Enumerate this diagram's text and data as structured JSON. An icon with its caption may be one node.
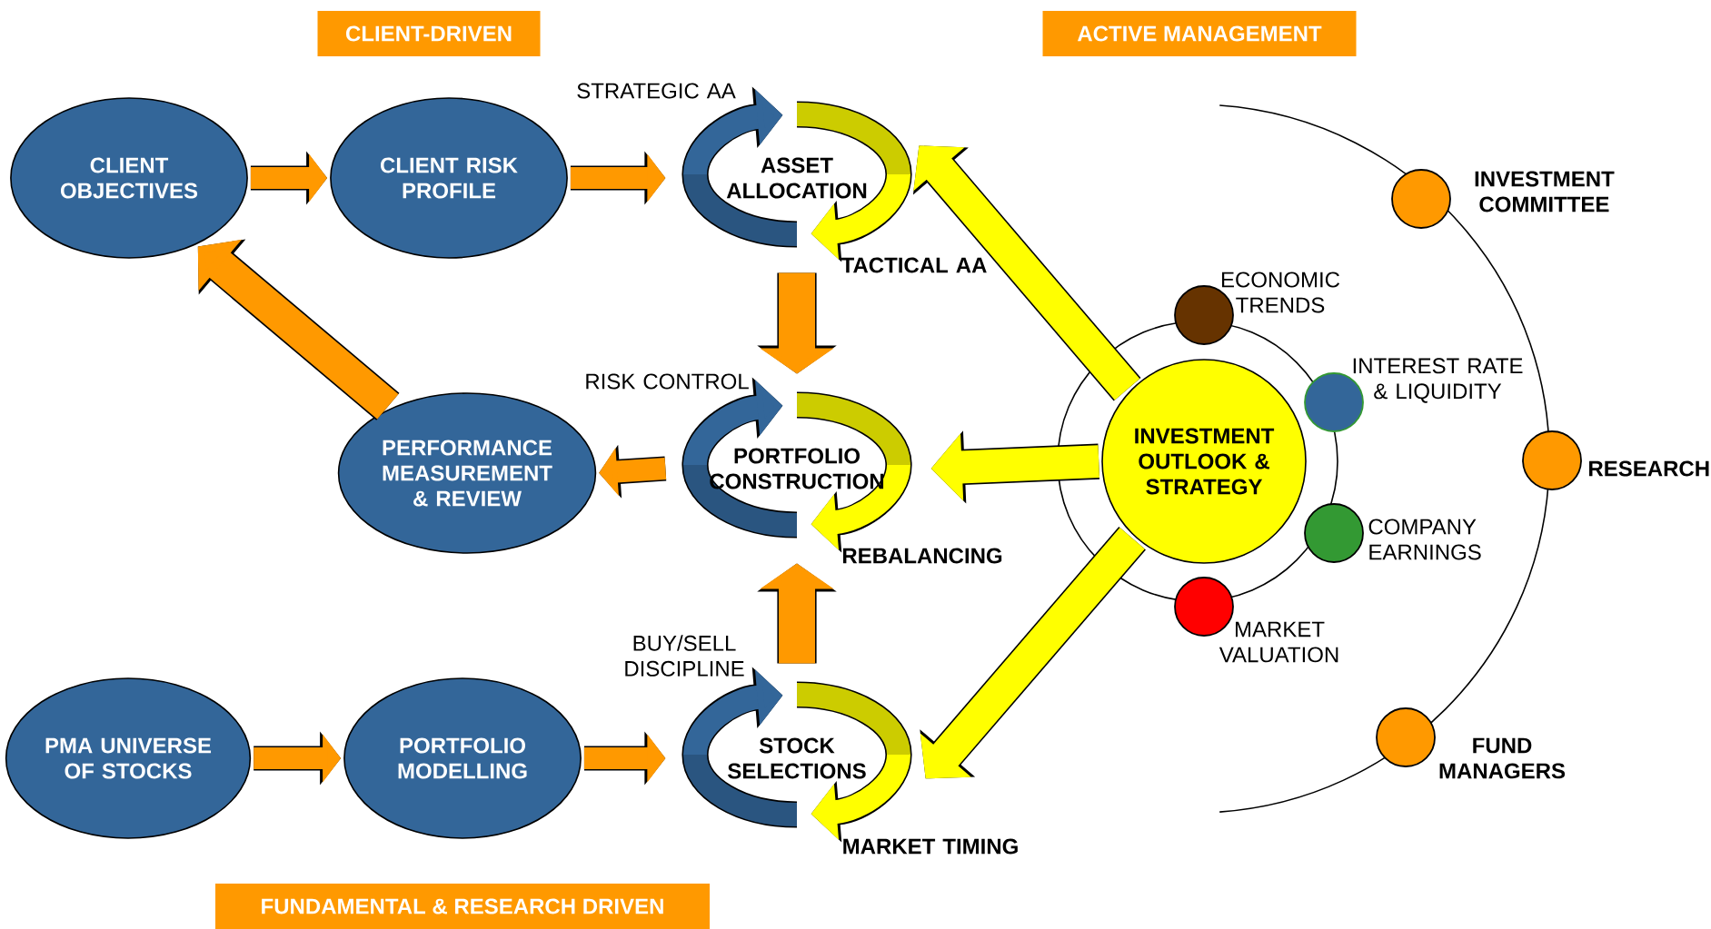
{
  "diagram": {
    "nodes": [
      {
        "text": [
          "CLIENT-DRIVEN"
        ]
      },
      {
        "text": [
          "ACTIVE MANAGEMENT"
        ]
      },
      {
        "text": [
          "CLIENT OBJECTIVES"
        ]
      },
      {
        "text": [
          "CLIENT RISK PROFILE"
        ]
      },
      {
        "text": [
          "ASSET ALLOCATION"
        ],
        "beside": [
          "STRATEGIC AA",
          "TACTICAL AA"
        ]
      },
      {
        "text": [
          "INVESTMENT COMMITTEE"
        ]
      },
      {
        "text": [
          "ECONOMIC TRENDS"
        ]
      },
      {
        "text": [
          "INTEREST RATE & LIQUIDITY"
        ]
      },
      {
        "text": [
          "PERFORMANCE MEASUREMENT & REVIEW"
        ]
      },
      {
        "text": [
          "PORTFOLIO CONSTRUCTION"
        ],
        "beside": [
          "RISK CONTROL",
          "REBALANCING"
        ]
      },
      {
        "text": [
          "INVESTMENT OUTLOOK & STRATEGY"
        ]
      },
      {
        "text": [
          "RESEARCH"
        ]
      },
      {
        "text": [
          "COMPANY EARNINGS"
        ]
      },
      {
        "text": [
          "MARKET VALUATION"
        ]
      },
      {
        "text": [
          "PMA UNIVERSE OF STOCKS"
        ]
      },
      {
        "text": [
          "PORTFOLIO MODELLING"
        ]
      },
      {
        "text": [
          "STOCK SELECTIONS"
        ],
        "beside": [
          "BUY/SELL DISCIPLINE",
          "MARKET TIMING"
        ]
      },
      {
        "text": [
          "FUND MANAGERS"
        ]
      },
      {
        "text": [
          "FUNDAMENTAL & RESEARCH DRIVEN"
        ]
      }
    ],
    "edges": [
      {
        "from": 2,
        "to": 3,
        "arrow": "to"
      },
      {
        "from": 3,
        "to": 4,
        "arrow": "to"
      },
      {
        "from": 4,
        "to": 9,
        "arrow": "to"
      },
      {
        "from": 16,
        "to": 9,
        "arrow": "to"
      },
      {
        "from": 9,
        "to": 8,
        "arrow": "to"
      },
      {
        "from": 8,
        "to": 2,
        "arrow": "to"
      },
      {
        "from": 10,
        "to": 4,
        "arrow": "to",
        "color": "#ffff00"
      },
      {
        "from": 10,
        "to": 9,
        "arrow": "to",
        "color": "#ffff00"
      },
      {
        "from": 10,
        "to": 16,
        "arrow": "to",
        "color": "#ffff00"
      },
      {
        "from": 14,
        "to": 15,
        "arrow": "to"
      },
      {
        "from": 15,
        "to": 16,
        "arrow": "to"
      }
    ]
  }
}
